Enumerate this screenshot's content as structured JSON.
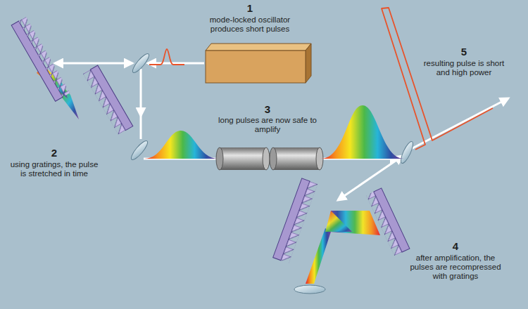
{
  "diagram": {
    "labels": [
      "1",
      "mode-locked oscillator produces short pulses",
      "2",
      "using gratings, the pulse is stretched in time",
      "3",
      "long pulses are now safe to amplify",
      "4",
      "after amplification, the pulses are recompressed with gratings",
      "5",
      "resulting pulse is short and high power"
    ]
  }
}
